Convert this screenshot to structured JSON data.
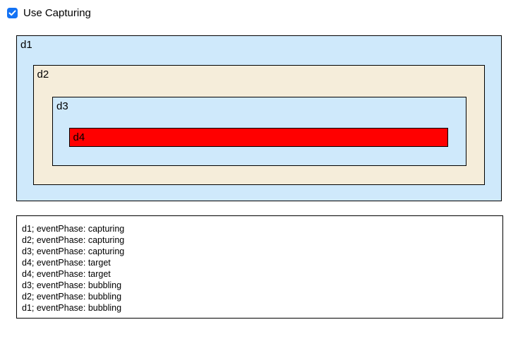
{
  "controls": {
    "use_capturing_label": "Use Capturing",
    "use_capturing_checked": "true"
  },
  "boxes": {
    "d1": {
      "label": "d1",
      "background": "#cfe9fb"
    },
    "d2": {
      "label": "d2",
      "background": "#f5edda"
    },
    "d3": {
      "label": "d3",
      "background": "#cfe9fb"
    },
    "d4": {
      "label": "d4",
      "background": "#ff0000"
    }
  },
  "log": {
    "lines": [
      "d1; eventPhase: capturing",
      "d2; eventPhase: capturing",
      "d3; eventPhase: capturing",
      "d4; eventPhase: target",
      "d4; eventPhase: target",
      "d3; eventPhase: bubbling",
      "d2; eventPhase: bubbling",
      "d1; eventPhase: bubbling"
    ]
  },
  "colors": {
    "box_blue": "#cfe9fb",
    "box_beige": "#f5edda",
    "box_red": "#ff0000",
    "checkbox_accent": "#1372f4",
    "border": "#000000"
  }
}
